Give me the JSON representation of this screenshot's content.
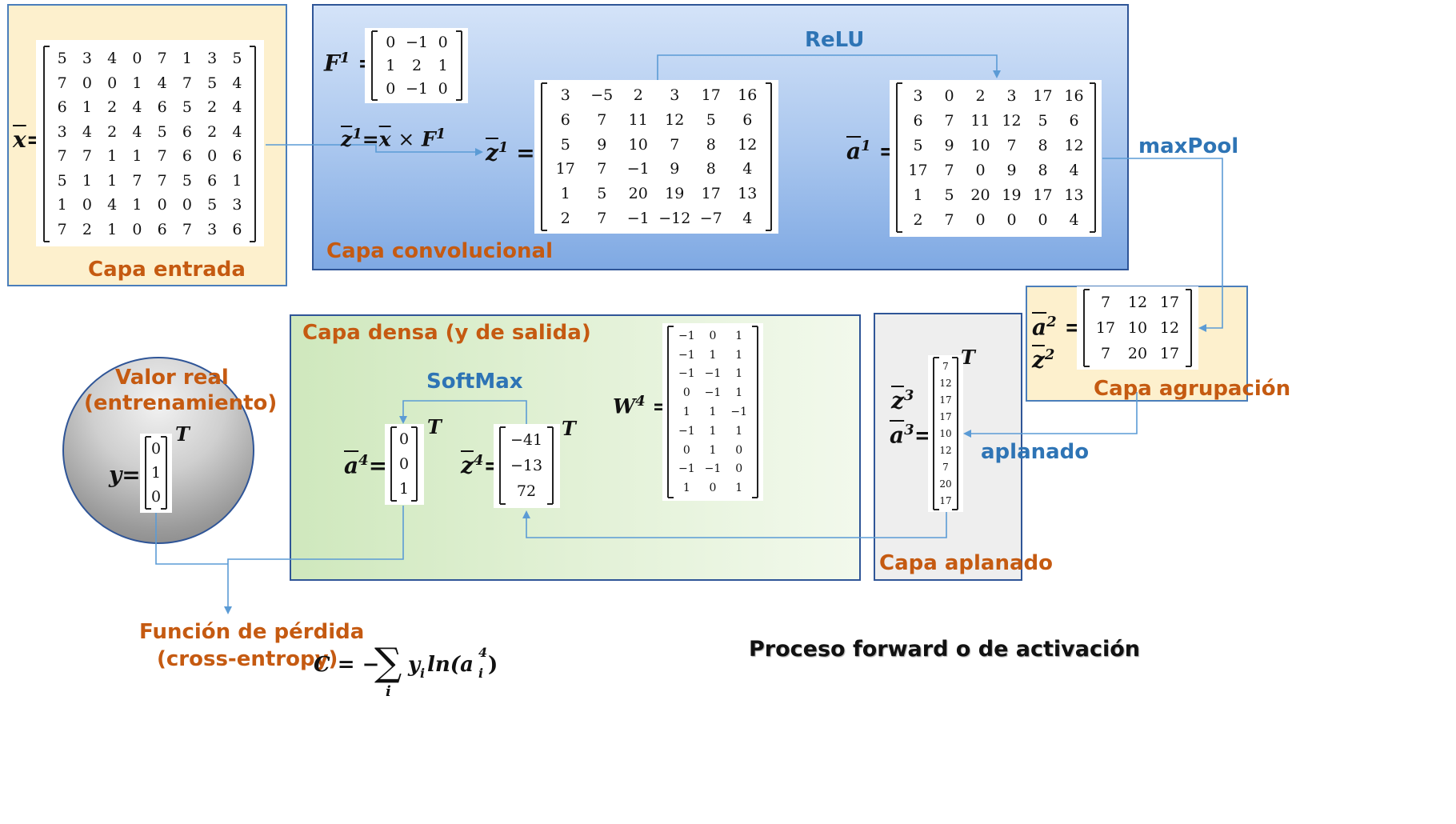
{
  "colors": {
    "input_panel": "#fdf0cd",
    "conv_panel_top": "#d4e3f8",
    "conv_panel_bottom": "#7fa9e3",
    "dense_panel_left": "#cfe8bd",
    "dense_panel_right": "#f2f9ec",
    "flatten_panel": "#eeeeee",
    "label_orange": "#c55a11",
    "label_blue": "#2e74b5",
    "arrow": "#5b9bd5"
  },
  "labels": {
    "input_layer": "Capa entrada",
    "conv_layer": "Capa convolucional",
    "relu": "ReLU",
    "maxpool": "maxPool",
    "pool_layer": "Capa agrupación",
    "flatten": "aplanado",
    "flatten_layer": "Capa aplanado",
    "dense_layer": "Capa densa (y de salida)",
    "softmax": "SoftMax",
    "real_value_line1": "Valor real",
    "real_value_line2": "(entrenamiento)",
    "loss_line1": "Función de pérdida",
    "loss_line2": "(cross-entropy)",
    "title": "Proceso forward o de activación"
  },
  "symbols": {
    "x": "x",
    "F": "F",
    "z": "z",
    "a": "a",
    "W": "W",
    "y": "y",
    "equals": "=",
    "times": "×",
    "transpose": "T",
    "sup1": "1",
    "sup2": "2",
    "sup3": "3",
    "sup4": "4",
    "loss_C": "C = −",
    "loss_sum": "∑",
    "loss_i": "i",
    "loss_term": "y",
    "loss_sub": "i",
    "loss_ln": "ln(a",
    "loss_sup": "4",
    "loss_sub2": "i",
    "loss_close": ")"
  },
  "matrices": {
    "x": [
      [
        5,
        3,
        4,
        0,
        7,
        1,
        3,
        5
      ],
      [
        7,
        0,
        0,
        1,
        4,
        7,
        5,
        4
      ],
      [
        6,
        1,
        2,
        4,
        6,
        5,
        2,
        4
      ],
      [
        3,
        4,
        2,
        4,
        5,
        6,
        2,
        4
      ],
      [
        7,
        7,
        1,
        1,
        7,
        6,
        0,
        6
      ],
      [
        5,
        1,
        1,
        7,
        7,
        5,
        6,
        1
      ],
      [
        1,
        0,
        4,
        1,
        0,
        0,
        5,
        3
      ],
      [
        7,
        2,
        1,
        0,
        6,
        7,
        3,
        6
      ]
    ],
    "F1": [
      [
        0,
        -1,
        0
      ],
      [
        1,
        2,
        1
      ],
      [
        0,
        -1,
        0
      ]
    ],
    "z1": [
      [
        3,
        -5,
        2,
        3,
        17,
        16
      ],
      [
        6,
        7,
        11,
        12,
        5,
        6
      ],
      [
        5,
        9,
        10,
        7,
        8,
        12
      ],
      [
        17,
        7,
        -1,
        9,
        8,
        4
      ],
      [
        1,
        5,
        20,
        19,
        17,
        13
      ],
      [
        2,
        7,
        -1,
        -12,
        -7,
        4
      ]
    ],
    "a1": [
      [
        3,
        0,
        2,
        3,
        17,
        16
      ],
      [
        6,
        7,
        11,
        12,
        5,
        6
      ],
      [
        5,
        9,
        10,
        7,
        8,
        12
      ],
      [
        17,
        7,
        0,
        9,
        8,
        4
      ],
      [
        1,
        5,
        20,
        19,
        17,
        13
      ],
      [
        2,
        7,
        0,
        0,
        0,
        4
      ]
    ],
    "a2": [
      [
        7,
        12,
        17
      ],
      [
        17,
        10,
        12
      ],
      [
        7,
        20,
        17
      ]
    ],
    "a3": [
      [
        7
      ],
      [
        12
      ],
      [
        17
      ],
      [
        17
      ],
      [
        10
      ],
      [
        12
      ],
      [
        7
      ],
      [
        20
      ],
      [
        17
      ]
    ],
    "W4": [
      [
        -1,
        0,
        1
      ],
      [
        -1,
        1,
        1
      ],
      [
        -1,
        -1,
        1
      ],
      [
        0,
        -1,
        1
      ],
      [
        1,
        1,
        -1
      ],
      [
        -1,
        1,
        1
      ],
      [
        0,
        1,
        0
      ],
      [
        -1,
        -1,
        0
      ],
      [
        1,
        0,
        1
      ]
    ],
    "z4": [
      [
        -41
      ],
      [
        -13
      ],
      [
        72
      ]
    ],
    "a4": [
      [
        0
      ],
      [
        0
      ],
      [
        1
      ]
    ],
    "y": [
      [
        0
      ],
      [
        1
      ],
      [
        0
      ]
    ]
  }
}
